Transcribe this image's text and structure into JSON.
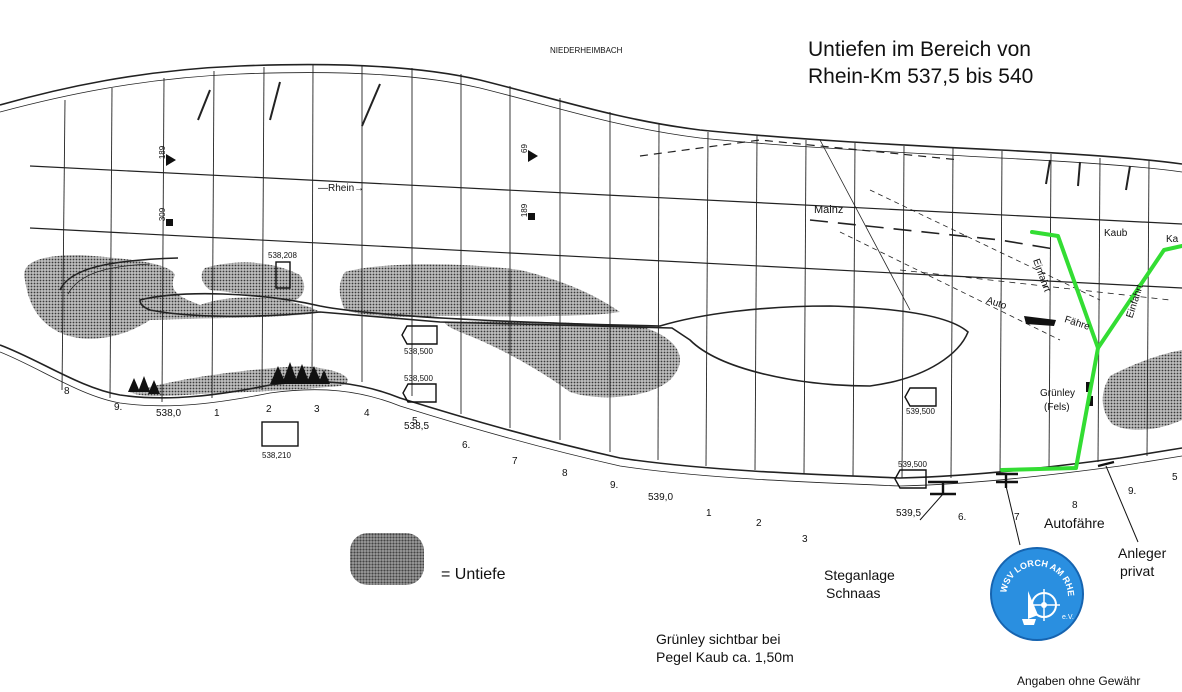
{
  "title_lines": [
    "Untiefen im Bereich von",
    "Rhein-Km 537,5 bis 540"
  ],
  "legend": {
    "symbol": "shoal-hatch",
    "text": "= Untiefe"
  },
  "map_labels": {
    "niederheimbach": "NIEDERHEIMBACH",
    "rhein": "Rhein",
    "mainz": "Mainz",
    "kaub": "Kaub",
    "kaub_cut": "Ka",
    "einfahrt_left": "Einfahrt",
    "einfahrt_right": "Einfahrt",
    "auto": "Auto",
    "faehre": "Fähre",
    "gruenley": "Grünley",
    "fels": "(Fels)",
    "line_189_a": "189",
    "line_189_b": "189",
    "line_309": "309",
    "line_69": "69"
  },
  "km_markers": [
    "538,0",
    "538,5",
    "539,0",
    "539,5"
  ],
  "sign_labels": [
    "538,208",
    "538,210",
    "538,500",
    "538,500",
    "539,500",
    "539,500"
  ],
  "section_numbers": [
    "8",
    "9.",
    "1",
    "2",
    "3",
    "4",
    "5",
    "6.",
    "7",
    "8",
    "9.",
    "1",
    "2",
    "3",
    "6.",
    "7",
    "8",
    "9.",
    "5"
  ],
  "annotations": {
    "autofaehre": "Autofähre",
    "anleger_1": "Anleger",
    "anleger_2": "privat",
    "steganlage_1": "Steganlage",
    "steganlage_2": "Schnaas",
    "gruenley_note_1": "Grünley sichtbar bei",
    "gruenley_note_2": "Pegel Kaub ca. 1,50m",
    "disclaimer": "Angaben ohne Gewähr"
  },
  "logo": {
    "text": "WSV LORCH AM RHEIN",
    "suffix": "e.V.",
    "color": "#2a8fe0"
  },
  "colors": {
    "route": "#33dd33",
    "shoal": "#8a8a8a",
    "lines": "#222222"
  }
}
